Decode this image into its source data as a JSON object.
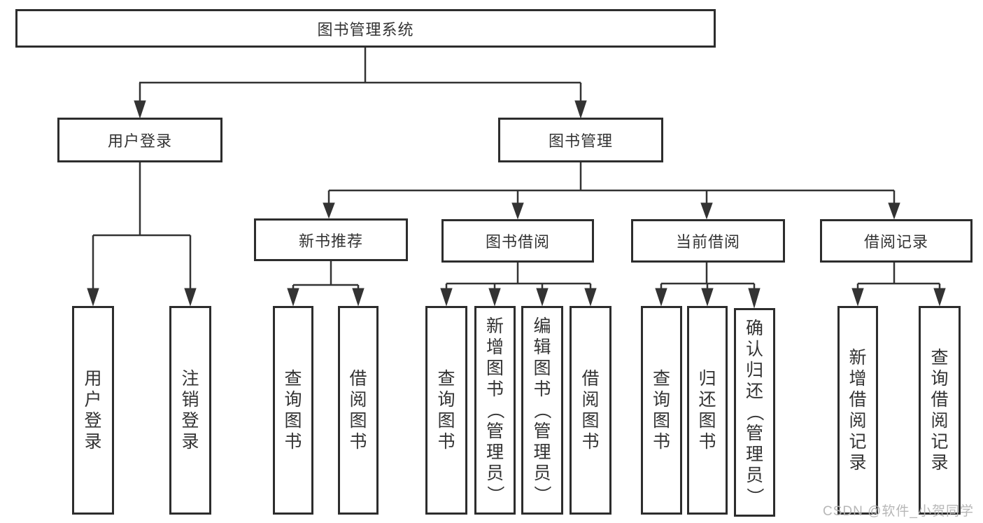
{
  "diagram": {
    "root_label": "图书管理系统",
    "level2": [
      {
        "label": "用户登录"
      },
      {
        "label": "图书管理"
      }
    ],
    "user_login_children": [
      "用户登录",
      "注销登录"
    ],
    "level3": [
      {
        "label": "新书推荐",
        "children": [
          "查询图书",
          "借阅图书"
        ]
      },
      {
        "label": "图书借阅",
        "children": [
          "查询图书",
          "新增图书（管理员）",
          "编辑图书（管理员）",
          "借阅图书"
        ]
      },
      {
        "label": "当前借阅",
        "children": [
          "查询图书",
          "归还图书",
          "确认归还（管理员）"
        ]
      },
      {
        "label": "借阅记录",
        "children": [
          "新增借阅记录",
          "查询借阅记录"
        ]
      }
    ],
    "watermark": "CSDN @软件_小贺同学"
  },
  "colors": {
    "line": "#333333",
    "box_border": "#2d2d2d",
    "text": "#333333",
    "watermark_text": "#b4b4b4",
    "background": "#ffffff"
  }
}
